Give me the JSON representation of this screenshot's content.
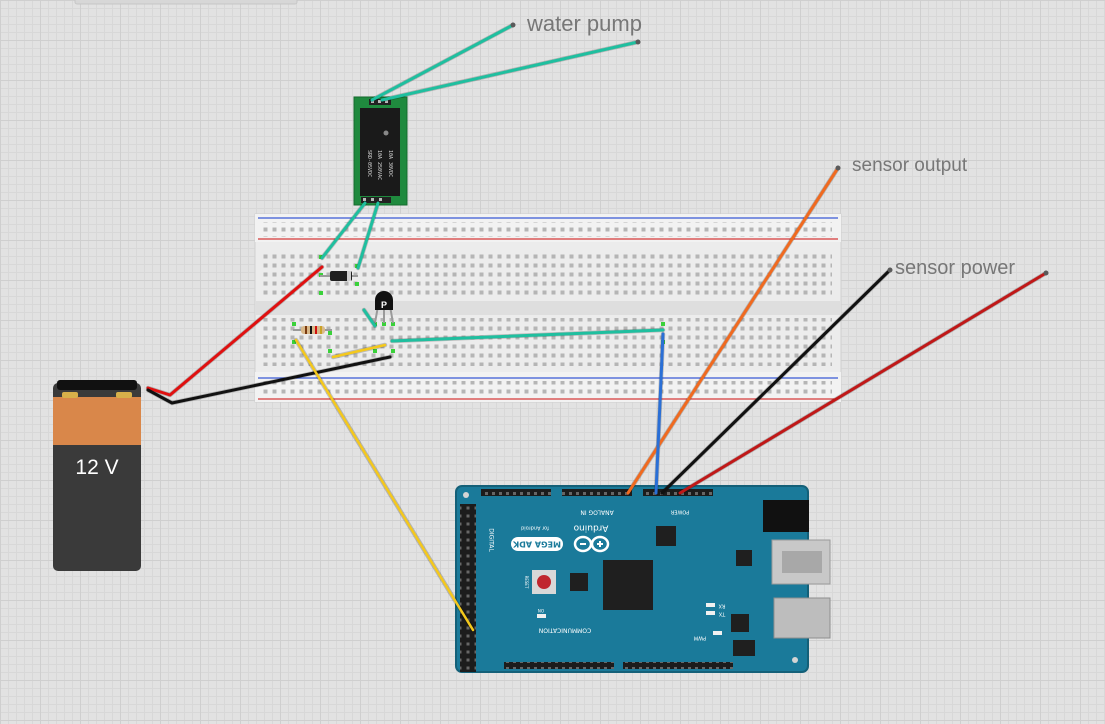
{
  "labels": {
    "water_pump": "water pump",
    "sensor_output": "sensor output",
    "sensor_power": "sensor power"
  },
  "battery": {
    "voltage": "12 V"
  },
  "arduino": {
    "brand": "Arduino",
    "model": "MEGA ADK",
    "subtitle": "for Android",
    "communication": "COMMUNICATION",
    "analog_in": "ANALOG IN",
    "digital": "DIGITAL",
    "pwm": "PWM",
    "power": "POWER",
    "reset": "RESET",
    "tx": "TX",
    "rx": "RX",
    "on": "ON"
  },
  "transistor": {
    "marking": "P"
  },
  "colors": {
    "wire_teal": "#1fbf9f",
    "wire_red": "#e01010",
    "wire_black": "#111111",
    "wire_orange": "#f06a20",
    "wire_blue": "#2a6fd6",
    "wire_yellow": "#f4c81c",
    "arduino_board": "#1a7a9a",
    "relay_board": "#1f8a3e",
    "battery_body": "#3a3a3a",
    "battery_label": "#d9874a"
  }
}
